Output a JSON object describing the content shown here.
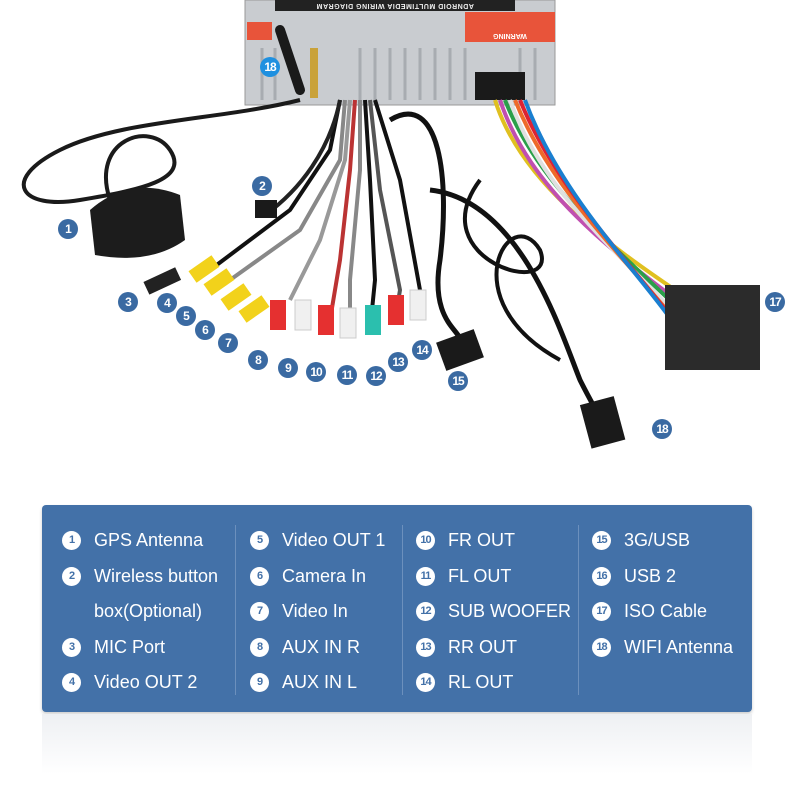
{
  "photo_badges": [
    {
      "n": "1"
    },
    {
      "n": "2"
    },
    {
      "n": "3"
    },
    {
      "n": "4"
    },
    {
      "n": "5"
    },
    {
      "n": "6"
    },
    {
      "n": "7"
    },
    {
      "n": "8"
    },
    {
      "n": "9"
    },
    {
      "n": "10"
    },
    {
      "n": "11"
    },
    {
      "n": "12"
    },
    {
      "n": "13"
    },
    {
      "n": "14"
    },
    {
      "n": "15"
    },
    {
      "n": "17"
    },
    {
      "n": "18"
    },
    {
      "n": "18"
    }
  ],
  "device_label": "ADNROID MULTIMEDIA WIRING DIAGRAM",
  "warning_label": "WARNING",
  "legend": {
    "columns": [
      [
        {
          "n": "1",
          "label": "GPS Antenna"
        },
        {
          "n": "2",
          "label": "Wireless button"
        },
        {
          "n": "",
          "label": "box(Optional)"
        },
        {
          "n": "3",
          "label": "MIC Port"
        },
        {
          "n": "4",
          "label": "Video OUT 2"
        }
      ],
      [
        {
          "n": "5",
          "label": "Video OUT 1"
        },
        {
          "n": "6",
          "label": "Camera In"
        },
        {
          "n": "7",
          "label": "Video In"
        },
        {
          "n": "8",
          "label": "AUX IN R"
        },
        {
          "n": "9",
          "label": "AUX IN L"
        }
      ],
      [
        {
          "n": "10",
          "label": "FR OUT"
        },
        {
          "n": "11",
          "label": "FL OUT"
        },
        {
          "n": "12",
          "label": "SUB WOOFER"
        },
        {
          "n": "13",
          "label": "RR OUT"
        },
        {
          "n": "14",
          "label": "RL OUT"
        }
      ],
      [
        {
          "n": "15",
          "label": "3G/USB"
        },
        {
          "n": "16",
          "label": "USB 2"
        },
        {
          "n": "17",
          "label": "ISO Cable"
        },
        {
          "n": "18",
          "label": "WIFI Antenna"
        }
      ]
    ]
  }
}
